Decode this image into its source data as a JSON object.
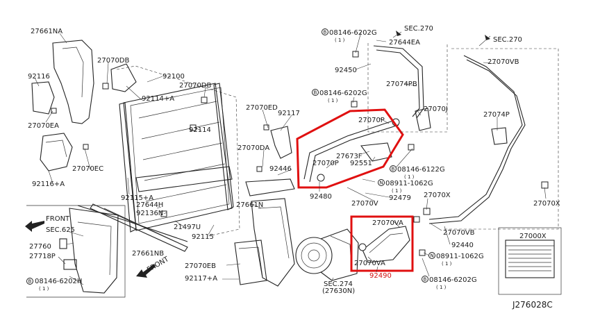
{
  "labels": {
    "l27661NA": "27661NA",
    "l27070DB_a": "27070DB",
    "l92100": "92100",
    "l92116": "92116",
    "l92114A_a": "92114+A",
    "l27070DB_b": "27070DB",
    "l27070EA": "27070EA",
    "l92114": "92114",
    "l27070EC": "27070EC",
    "l92116A": "92116+A",
    "l92115A": "92115+A",
    "l27644H": "27644H",
    "l92136N": "92136N",
    "l21497U": "21497U",
    "l92115": "92115",
    "l27070ED": "27070ED",
    "l92117": "92117",
    "l27070DA": "27070DA",
    "l92446": "92446",
    "l27661N": "27661N",
    "l27661NB": "27661NB",
    "l27070EB": "27070EB",
    "l92117A": "92117+A",
    "lSEC274": "SEC.274",
    "l27630N": "(27630N)",
    "lFront1": "FRONT",
    "lSEC625": "SEC.625",
    "l27760": "27760",
    "l27718P": "27718P",
    "lFront2": "FRONT",
    "lB08146_6202H": "08146-6202H",
    "lQty1": "( 1 )",
    "lB08146_6202G_top": "08146-6202G",
    "lQty2": "( 1 )",
    "lSEC270_a": "SEC.270",
    "l27644EA": "27644EA",
    "l92450": "92450",
    "l27074PB": "27074PB",
    "lB08146_6202G_mid": "08146-6202G",
    "lQty3": "( 1 )",
    "l27070J": "27070J",
    "l27070P_a": "27070P",
    "l27673F": "27673F",
    "l27070P_b": "27070P",
    "l92551": "92551",
    "lB08146_6122G": "08146-6122G",
    "lQty4": "( 1 )",
    "lN08911_1062G_a": "08911-1062G",
    "lQty5": "( 1 )",
    "l92480": "92480",
    "l27070V": "27070V",
    "l92479": "92479",
    "lSEC270_b": "SEC.270",
    "l27070VB_a": "27070VB",
    "l27074P": "27074P",
    "l27070X_a": "27070X",
    "l27070X_b": "27070X",
    "l27070VB_b": "27070VB",
    "l27070VA_a": "27070VA",
    "l27070VA_b": "27070VA",
    "lN08911_1062G_b": "08911-1062G",
    "lQty6": "( 1 )",
    "l92490": "92490",
    "lB08146_6202G_bot": "08146-6202G",
    "lQty7": "( 1 )",
    "l92440": "92440",
    "l27000X": "27000X",
    "lCode": "J276028C",
    "lB": "B",
    "lN": "N"
  },
  "colors": {
    "highlight": "#e01010",
    "line": "#222222",
    "background": "#ffffff"
  }
}
